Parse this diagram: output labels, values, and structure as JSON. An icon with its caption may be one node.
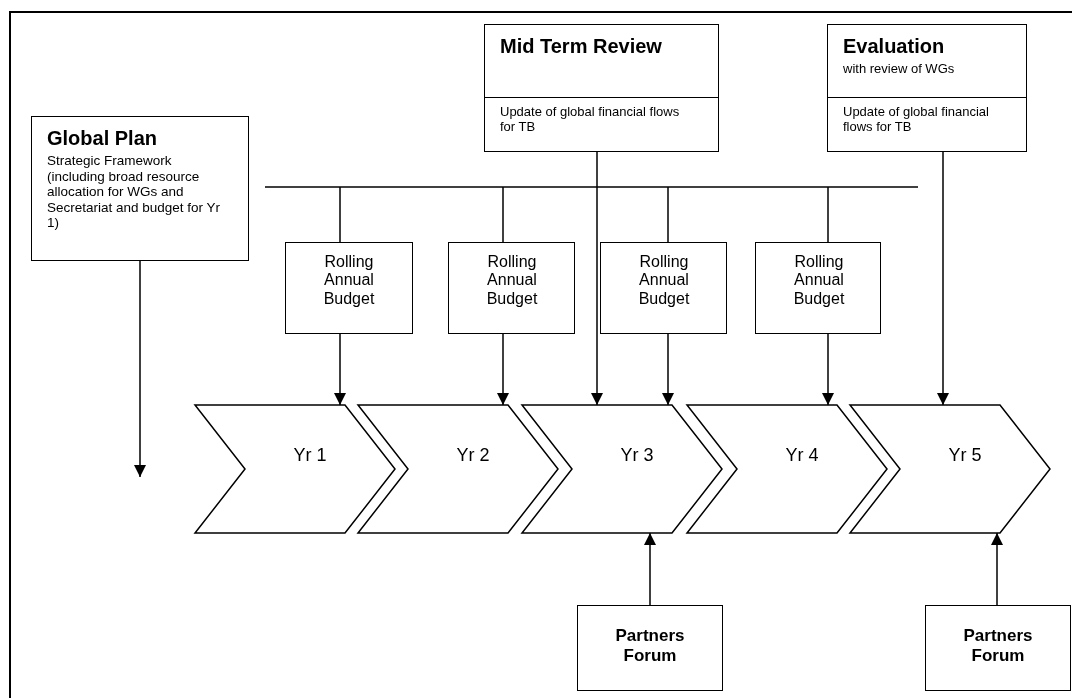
{
  "diagram": {
    "nodes": [
      {
        "text": [
          "Global Plan",
          "Strategic Framework (including broad resource allocation for WGs and Secretariat and budget for Yr 1)"
        ]
      },
      {
        "text": [
          "Mid Term Review",
          "Update of global financial flows for TB"
        ]
      },
      {
        "text": [
          "Evaluation",
          "with review of WGs",
          "Update of global financial flows for TB"
        ]
      },
      {
        "text": [
          "Rolling Annual Budget"
        ]
      },
      {
        "text": [
          "Rolling Annual Budget"
        ]
      },
      {
        "text": [
          "Rolling Annual Budget"
        ]
      },
      {
        "text": [
          "Rolling Annual Budget"
        ]
      },
      {
        "text": [
          "Yr 1"
        ]
      },
      {
        "text": [
          "Yr 2"
        ]
      },
      {
        "text": [
          "Yr 3"
        ]
      },
      {
        "text": [
          "Yr 4"
        ]
      },
      {
        "text": [
          "Yr 5"
        ]
      },
      {
        "text": [
          "Partners Forum"
        ]
      },
      {
        "text": [
          "Partners Forum"
        ]
      }
    ],
    "edges": [
      {
        "from": 0,
        "to": null,
        "arrow": "to"
      },
      {
        "from": null,
        "to": 3,
        "arrow": "none"
      },
      {
        "from": null,
        "to": 4,
        "arrow": "none"
      },
      {
        "from": null,
        "to": 5,
        "arrow": "none"
      },
      {
        "from": null,
        "to": 6,
        "arrow": "none"
      },
      {
        "from": 3,
        "to": 7,
        "arrow": "to"
      },
      {
        "from": 4,
        "to": 8,
        "arrow": "to"
      },
      {
        "from": 1,
        "to": 9,
        "arrow": "to"
      },
      {
        "from": 5,
        "to": 9,
        "arrow": "to"
      },
      {
        "from": 6,
        "to": 10,
        "arrow": "to"
      },
      {
        "from": 2,
        "to": 11,
        "arrow": "to"
      },
      {
        "from": 12,
        "to": 9,
        "arrow": "to"
      },
      {
        "from": 13,
        "to": 11,
        "arrow": "to"
      }
    ]
  }
}
